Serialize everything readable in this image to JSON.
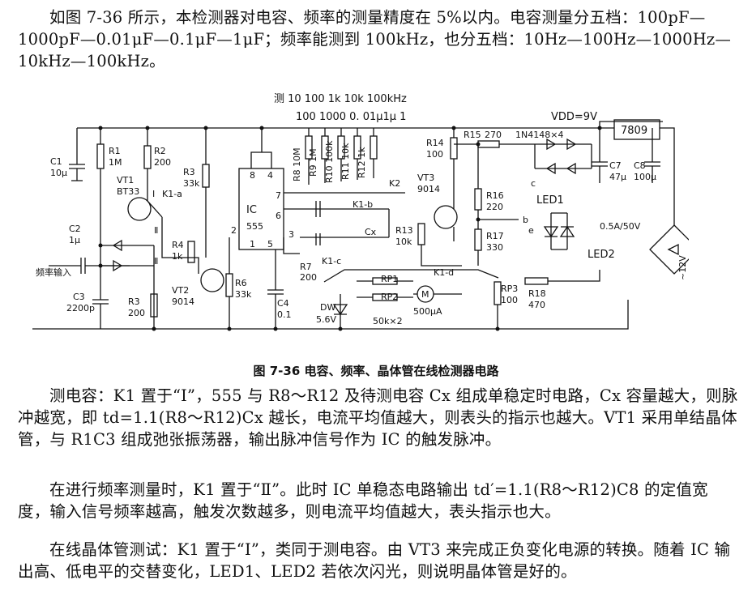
{
  "intro_text": "如图 7-36 所示，本检测器对电容、频率的测量精度在 5%以内。电容测量分五档：100pF—1000pF—0.01μF—0.1μF—1μF；频率能测到 100kHz，也分五档：10Hz—100Hz—1000Hz—10kHz—100kHz。",
  "figure": {
    "caption": "图 7-36   电容、频率、晶体管在线检测器电路",
    "range_labels_freq": "测  10  100   1k  10k 100kHz",
    "range_labels_cap": "100 1000 0. 01μ1μ   1",
    "supply_label": "VDD=9V",
    "regulator_label": "7809",
    "ic_label": "IC",
    "ic_part": "555",
    "diode_label": "1N4148×4",
    "meter_label": "500μA",
    "current_label": "0.5A/50V",
    "ac_label": "~12V",
    "input_label": "频率输入",
    "components": {
      "C1": "C1",
      "C1v": "10μ",
      "R1": "R1",
      "R1v": "1M",
      "R2": "R2",
      "R2v": "200",
      "VT1": "VT1",
      "VT1v": "BT33",
      "C2": "C2",
      "C2v": "1μ",
      "C3": "C3",
      "C3v": "2200p",
      "R3b": "R3",
      "R3bv": "200",
      "R3": "R3",
      "R3v": "33k",
      "R4": "R4",
      "R4v": "1k",
      "VT2": "VT2",
      "VT2v": "9014",
      "R6": "R6",
      "R6v": "33k",
      "C4": "C4",
      "C4v": "0.1",
      "R7": "R7",
      "R7v": "200",
      "R8": "R8 10M",
      "R9": "R9 1M",
      "R10": "R10 100k",
      "R11": "R11 10k",
      "R12": "R12 1k",
      "R14": "R14",
      "R14v": "100",
      "VT3": "VT3",
      "VT3v": "9014",
      "R13": "R13",
      "R13v": "10k",
      "R15": "R15",
      "R15v": "270",
      "R16": "R16",
      "R16v": "220",
      "R17": "R17",
      "R17v": "330",
      "C7": "C7",
      "C7v": "47μ",
      "C8": "C8",
      "C8v": "100μ",
      "LED1": "LED1",
      "LED2": "LED2",
      "RP1": "RP1",
      "RP2": "RP2",
      "RPv": "50k×2",
      "RP3": "RP3",
      "RP3v": "100",
      "R18": "R18",
      "R18v": "470",
      "DW": "DW",
      "DWv": "5.6V",
      "M": "M",
      "Cx": "Cx",
      "K1a": "K1-a",
      "K1b": "K1-b",
      "K1c": "K1-c",
      "K1d": "K1-d",
      "K2": "K2",
      "pin8": "8",
      "pin4": "4",
      "pin7": "7",
      "pin6": "6",
      "pin2": "2",
      "pin3": "3",
      "pin1": "1",
      "pin5": "5",
      "posI": "I",
      "posII": "Ⅱ",
      "posII2": "Ⅱ",
      "b": "b",
      "c": "c",
      "e": "e"
    }
  },
  "para_cap": "测电容：K1 置于“Ⅰ”，555 与 R8～R12 及待测电容 Cx 组成单稳定时电路，Cx 容量越大，则脉冲越宽，即 td=1.1(R8～R12)Cx 越长，电流平均值越大，则表头的指示也越大。VT1 采用单结晶体管，与 R1C3 组成弛张振荡器，输出脉冲信号作为 IC 的触发脉冲。",
  "para_freq": "在进行频率测量时，K1 置于“Ⅱ”。此时 IC 单稳态电路输出 td′=1.1(R8～R12)C8 的定值宽度，输入信号频率越高，触发次数越多，则电流平均值越大，表头指示也大。",
  "para_trans": "在线晶体管测试：K1 置于“Ⅰ”，类同于测电容。由 VT3 来完成正负变化电源的转换。随着 IC 输出高、低电平的交替变化，LED1、LED2 若依次闪光，则说明晶体管是好的。"
}
